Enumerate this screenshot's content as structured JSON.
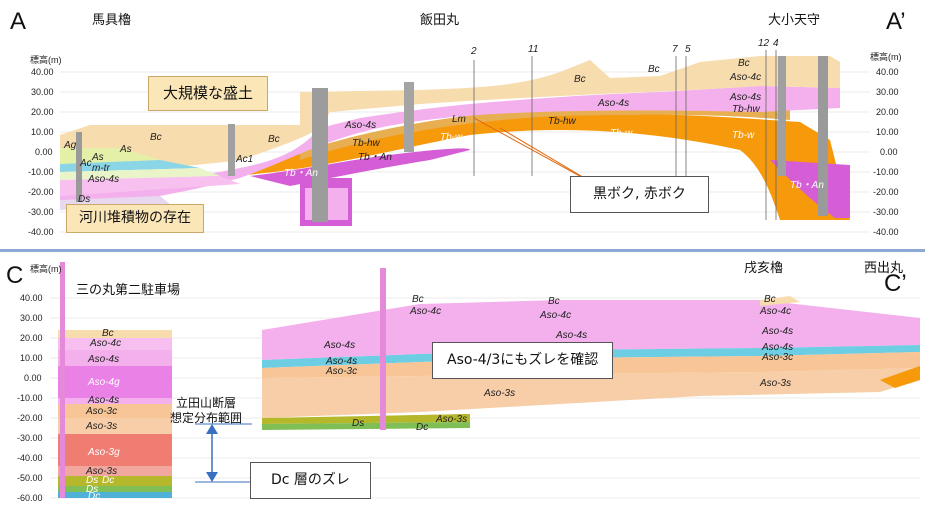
{
  "corners": {
    "a": "A",
    "a_prime": "A’",
    "c": "C",
    "c_prime": "C’"
  },
  "titles": {
    "top_left": "馬具櫓",
    "top_mid": "飯田丸",
    "top_right": "大小天守",
    "bottom_left": "三の丸第二駐車場",
    "bottom_mid": "戌亥櫓",
    "bottom_right": "西出丸"
  },
  "axis_label": "標高(m)",
  "top_ticks": [
    "40.00",
    "30.00",
    "20.00",
    "10.00",
    "0.00",
    "-10.00",
    "-20.00",
    "-30.00",
    "-40.00"
  ],
  "bottom_ticks": [
    "40.00",
    "30.00",
    "20.00",
    "10.00",
    "0.00",
    "-10.00",
    "-20.00",
    "-30.00",
    "-40.00",
    "-50.00",
    "-60.00"
  ],
  "boring_numbers": [
    "2",
    "11",
    "7",
    "5",
    "12",
    "4"
  ],
  "callouts": {
    "fill": "大規模な盛土",
    "fluvial": "河川堆積物の存在",
    "kuroboku": "黒ボク, 赤ボク",
    "aso_offset": "Aso-4/3にもズレを確認",
    "dc_offset": "Dc 層のズレ",
    "fault_range": "立田山断層\n想定分布範囲"
  },
  "top_layers": {
    "bc": "Bc",
    "ag": "Ag",
    "as": "As",
    "ac": "Ac",
    "m_tr": "m-tr",
    "aso4s": "Aso-4s",
    "ds": "Ds",
    "ac1": "Ac1",
    "tb_an": "Tb・An",
    "tb_hw": "Tb-hw",
    "tb_w": "Tb-w",
    "lm": "Lm",
    "aso4c": "Aso-4c"
  },
  "bottom_layers": {
    "bc": "Bc",
    "aso4c": "Aso-4c",
    "aso4s": "Aso-4s",
    "aso4g": "Aso-4g",
    "aso3c": "Aso-3c",
    "aso3s": "Aso-3s",
    "aso3g": "Aso-3g",
    "ds": "Ds",
    "dc": "Dc"
  },
  "colors": {
    "fill_tan": "#f7dcae",
    "aso4c_pink": "#f6bff0",
    "aso4s_pink": "#f3b0ec",
    "aso4g_magenta": "#e981e6",
    "aso3_orange": "#f7c596",
    "aso3s_peach": "#f7cea8",
    "aso3g_red": "#ef7d72",
    "tb_orange": "#f6990a",
    "tb_magenta": "#d55ed6",
    "teal_sand": "#6ccde3",
    "dc_olive": "#b6b82c",
    "ds_green": "#7fbf55",
    "arrow_blue": "#3a6fc0"
  }
}
